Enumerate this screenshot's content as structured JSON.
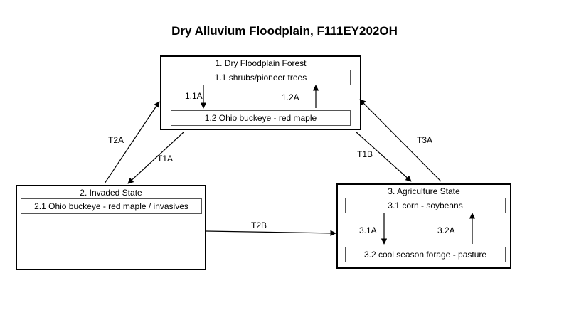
{
  "title": "Dry Alluvium Floodplain, F111EY202OH",
  "states": [
    {
      "name": "1. Dry Floodplain Forest",
      "communities": [
        "1.1 shrubs/pioneer trees",
        "1.2 Ohio buckeye - red maple"
      ],
      "pathways": [
        "1.1A",
        "1.2A"
      ]
    },
    {
      "name": "2. Invaded State",
      "communities": [
        "2.1 Ohio buckeye - red maple / invasives"
      ]
    },
    {
      "name": "3. Agriculture State",
      "communities": [
        "3.1 corn - soybeans",
        "3.2 cool season forage - pasture"
      ],
      "pathways": [
        "3.1A",
        "3.2A"
      ]
    }
  ],
  "transitions": [
    "T2A",
    "T1A",
    "T1B",
    "T3A",
    "T2B"
  ]
}
